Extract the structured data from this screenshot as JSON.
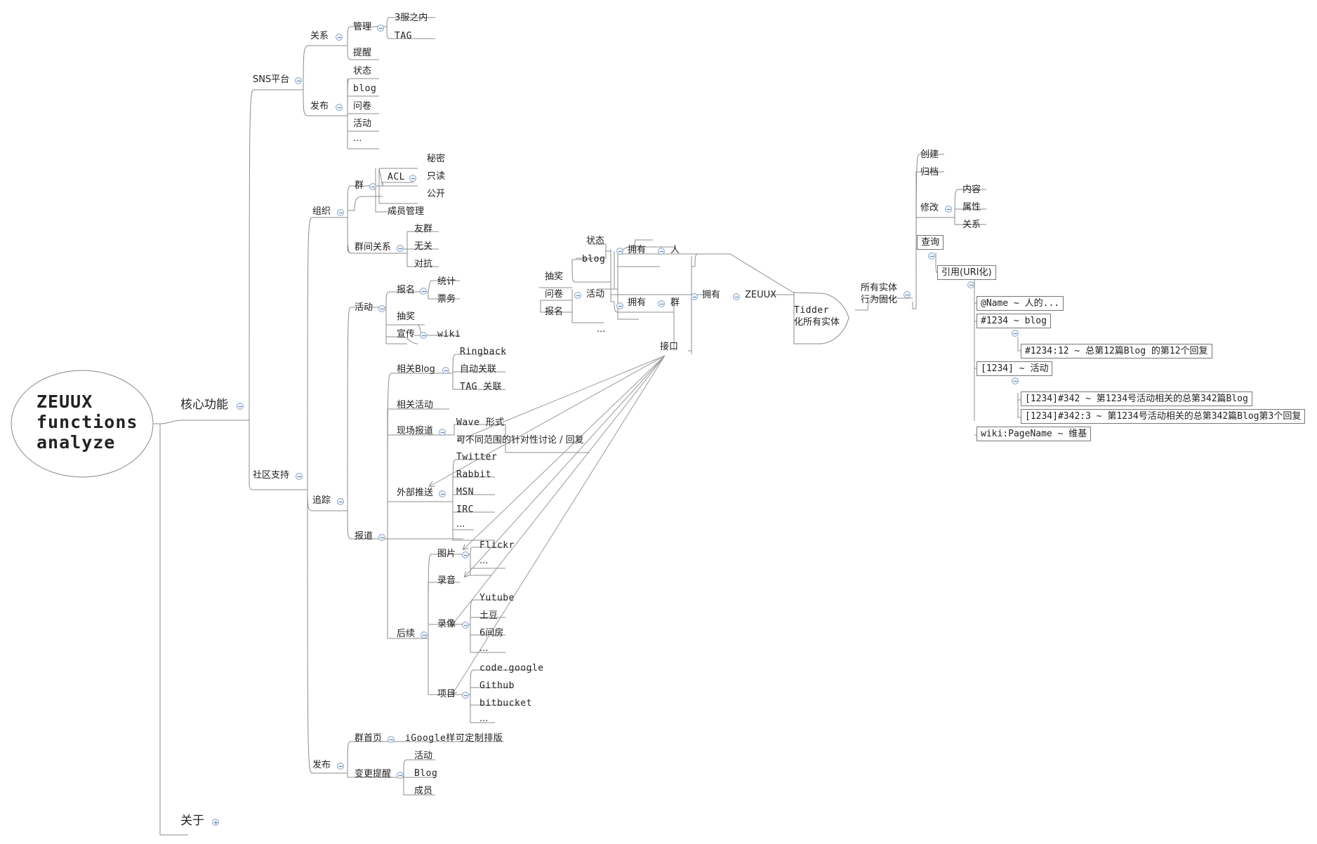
{
  "root": {
    "line1": "ZEUUX",
    "line2": "functions",
    "line3": "analyze"
  },
  "core": "核心功能",
  "about": "关于",
  "sns": {
    "label": "SNS平台",
    "relation": "关系",
    "manage": "管理",
    "within3": "3服之内",
    "tag": "TAG",
    "remind": "提醒",
    "publish": "发布",
    "status": "状态",
    "blog": "blog",
    "survey": "问卷",
    "activity": "活动",
    "more": "..."
  },
  "community": {
    "label": "社区支持",
    "org": "组织",
    "group": "群",
    "acl": "ACL",
    "secret": "秘密",
    "readonly": "只读",
    "public": "公开",
    "member_mgmt": "成员管理",
    "group_rel": "群间关系",
    "friend": "友群",
    "none": "无关",
    "against": "对抗",
    "event": "活动",
    "signup": "报名",
    "stats": "统计",
    "tickets": "票务",
    "lottery": "抽奖",
    "promote": "宣传",
    "wiki": "wiki",
    "track": "追踪",
    "related_blog": "相关Blog",
    "ringback": "Ringback",
    "auto_link": "自动关联",
    "tag_link": "TAG 关联",
    "related_event": "相关活动",
    "live_report": "现场报道",
    "wave": "Wave 形式",
    "targeted": "可不同范围的针对性讨论 / 回复",
    "ext_push": "外部推送",
    "twitter": "Twitter",
    "rabbit": "Rabbit",
    "msn": "MSN",
    "irc": "IRC",
    "push_more": "...",
    "report": "报道",
    "followup": "后续",
    "picture": "图片",
    "flickr": "Flickr",
    "pic_more": "...",
    "audio": "录音",
    "video": "录像",
    "yutube": "Yutube",
    "tudou": "土豆",
    "room6": "6间房",
    "video_more": "...",
    "project": "项目",
    "codegoogle": "code.google",
    "github": "Github",
    "bitbucket": "bitbucket",
    "proj_more": "...",
    "publish": "发布",
    "group_home": "群首页",
    "igoogle": "iGoogle样可定制排版",
    "change_remind": "变更提醒",
    "cr_activity": "活动",
    "cr_blog": "Blog",
    "cr_member": "成员"
  },
  "zeuux": {
    "own_person": "拥有",
    "person": "人",
    "p_status": "状态",
    "p_blog": "blog",
    "own_group": "拥有",
    "group": "群",
    "activity": "活动",
    "a_lottery": "抽奖",
    "a_survey": "问卷",
    "a_signup": "报名",
    "a_more": "...",
    "interface": "接口",
    "own": "拥有",
    "zeuux": "ZEUUX"
  },
  "tidder": {
    "line1": "Tidder",
    "line2": "化所有实体",
    "entity1": "所有实体",
    "entity2": "行为固化",
    "create": "创建",
    "archive": "归档",
    "modify": "修改",
    "content": "内容",
    "attribute": "属性",
    "relation": "关系",
    "query": "查询",
    "quote": "引用(URI化)",
    "at_name": "@Name ~ 人的...",
    "h1234": "#1234 ~ blog",
    "h1234_12": "#1234:12 ~ 总第12篇Blog 的第12个回复",
    "b1234": "[1234] ~ 活动",
    "b1234_342": "[1234]#342 ~ 第1234号活动相关的总第342篇Blog",
    "b1234_342_3": "[1234]#342:3 ~ 第1234号活动相关的总第342篇Blog第3个回复",
    "wiki_page": "wiki:PageName ~ 维基"
  }
}
